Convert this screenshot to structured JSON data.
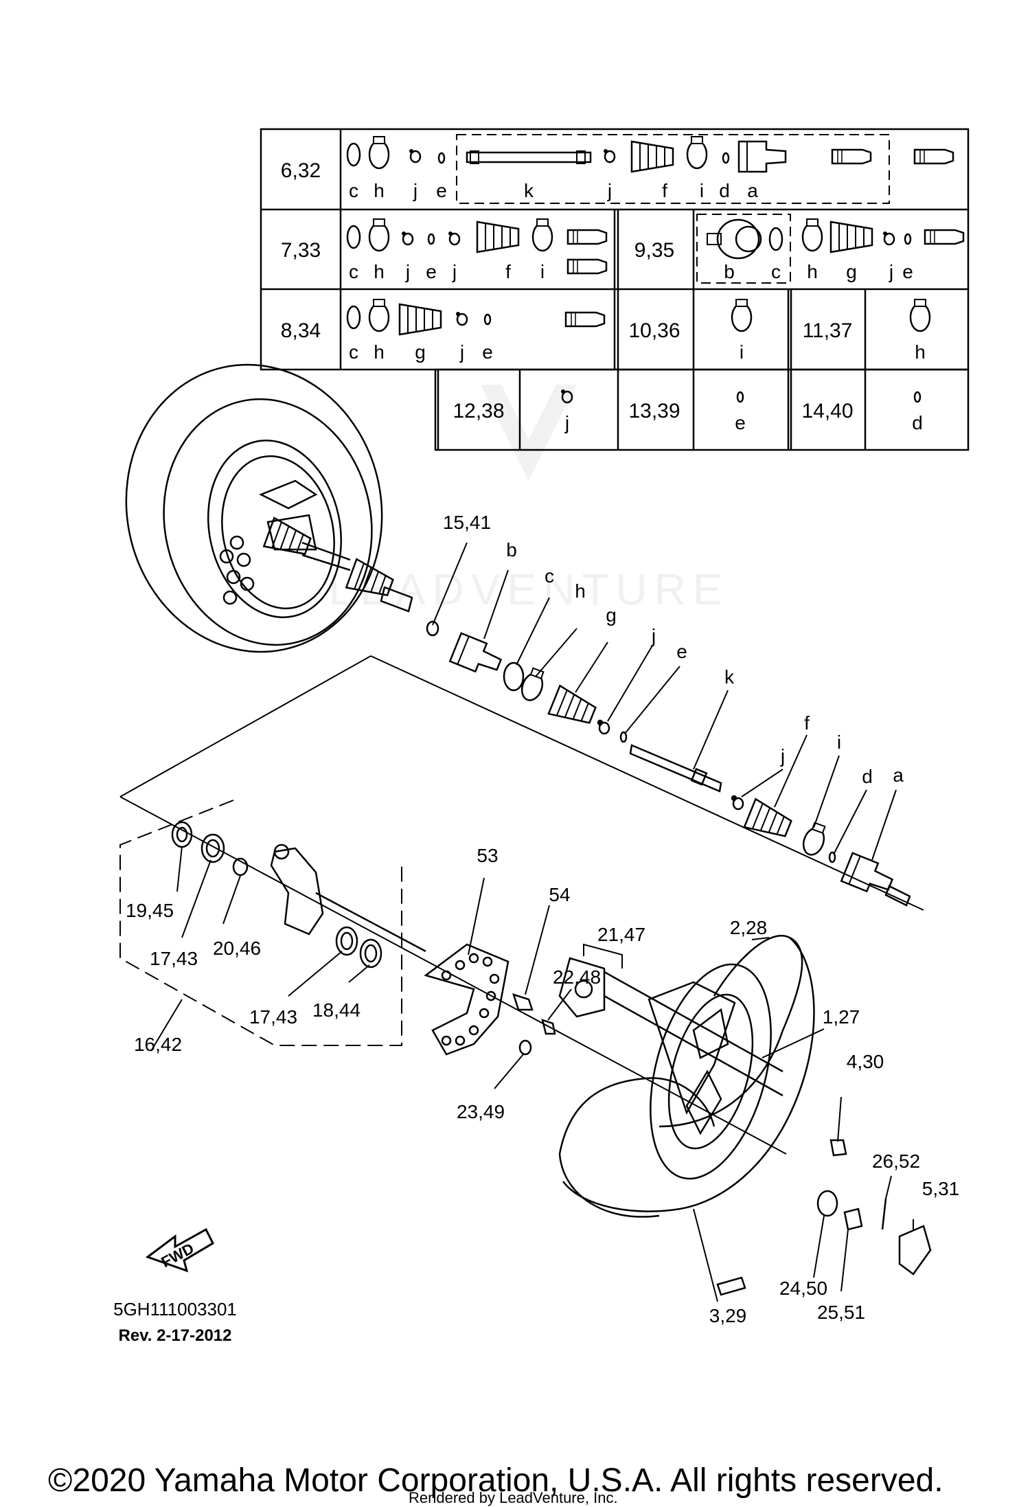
{
  "table": {
    "rows": [
      {
        "ref": "6,32",
        "letters": [
          "c",
          "h",
          "j",
          "e",
          "k",
          "j",
          "f",
          "i",
          "d",
          "a"
        ]
      },
      {
        "ref": "7,33",
        "letters": [
          "c",
          "h",
          "j",
          "e",
          "j",
          "f",
          "i"
        ]
      },
      {
        "ref": "9,35",
        "letters": [
          "b",
          "c",
          "h",
          "g",
          "j",
          "e"
        ]
      },
      {
        "ref": "8,34",
        "letters": [
          "c",
          "h",
          "g",
          "j",
          "e"
        ]
      },
      {
        "ref": "10,36",
        "letters": [
          "i"
        ]
      },
      {
        "ref": "11,37",
        "letters": [
          "h"
        ]
      },
      {
        "ref": "12,38",
        "letters": [
          "j"
        ]
      },
      {
        "ref": "13,39",
        "letters": [
          "e"
        ]
      },
      {
        "ref": "14,40",
        "letters": [
          "d"
        ]
      }
    ]
  },
  "callouts": [
    "15,41",
    "b",
    "c",
    "h",
    "g",
    "j",
    "e",
    "k",
    "j",
    "f",
    "i",
    "d",
    "a",
    "53",
    "54",
    "21,47",
    "22,48",
    "2,28",
    "1,27",
    "4,30",
    "26,52",
    "5,31",
    "19,45",
    "17,43",
    "20,46",
    "17,43",
    "18,44",
    "16,42",
    "23,49",
    "24,50",
    "25,51",
    "3,29"
  ],
  "fwd_label": "FWD",
  "diagram_code": "5GH111003301",
  "revision": "Rev.  2-17-2012",
  "watermark": "LEADVENTURE",
  "copyright": "©2020 Yamaha Motor Corporation, U.S.A. All rights reserved.",
  "rendered_by": "Rendered by LeadVenture, Inc."
}
